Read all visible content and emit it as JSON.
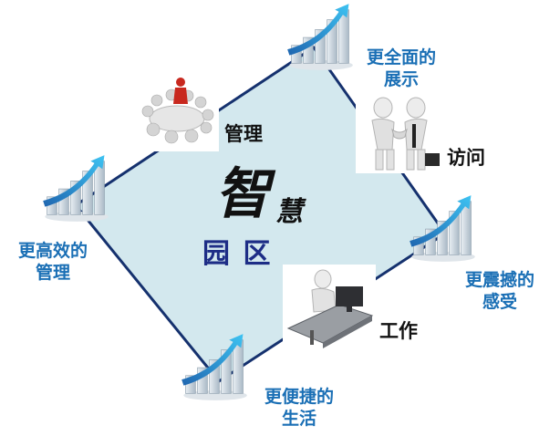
{
  "colors": {
    "accent_blue": "#1a6fb5",
    "diamond_fill": "#d3e8ee",
    "diamond_stroke": "#15316e",
    "logo_blue": "#1d2d86",
    "text_black": "#111111"
  },
  "center": {
    "zhi": "智",
    "hui": "慧",
    "yuanqu": "园 区"
  },
  "corners": {
    "top": "更全面的\n展示",
    "left": "更高效的\n管理",
    "right": "更震撼的\n感受",
    "bottom": "更便捷的\n生活"
  },
  "photos": {
    "meeting": "管理",
    "handshake": "访问",
    "desk": "工作"
  },
  "icons": [
    "growth-chart-icon",
    "meeting-table-icon",
    "handshake-icon",
    "office-desk-icon"
  ]
}
